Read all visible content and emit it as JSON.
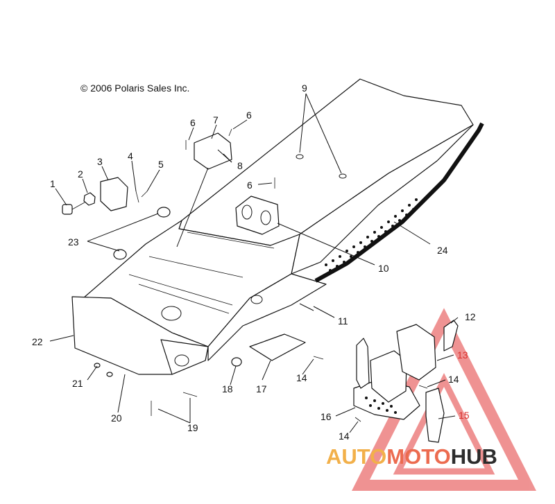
{
  "copyright": "© 2006 Polaris Sales Inc.",
  "callouts": [
    {
      "id": "c1",
      "label": "1"
    },
    {
      "id": "c2",
      "label": "2"
    },
    {
      "id": "c3",
      "label": "3"
    },
    {
      "id": "c4",
      "label": "4"
    },
    {
      "id": "c5",
      "label": "5"
    },
    {
      "id": "c6a",
      "label": "6"
    },
    {
      "id": "c7",
      "label": "7"
    },
    {
      "id": "c6b",
      "label": "6"
    },
    {
      "id": "c8",
      "label": "8"
    },
    {
      "id": "c9",
      "label": "9"
    },
    {
      "id": "c6c",
      "label": "6"
    },
    {
      "id": "c10",
      "label": "10"
    },
    {
      "id": "c11",
      "label": "11"
    },
    {
      "id": "c12",
      "label": "12"
    },
    {
      "id": "c13",
      "label": "13"
    },
    {
      "id": "c14a",
      "label": "14"
    },
    {
      "id": "c14b",
      "label": "14"
    },
    {
      "id": "c14c",
      "label": "14"
    },
    {
      "id": "c15",
      "label": "15"
    },
    {
      "id": "c16",
      "label": "16"
    },
    {
      "id": "c17",
      "label": "17"
    },
    {
      "id": "c18",
      "label": "18"
    },
    {
      "id": "c19",
      "label": "19"
    },
    {
      "id": "c20",
      "label": "20"
    },
    {
      "id": "c21",
      "label": "21"
    },
    {
      "id": "c22",
      "label": "22"
    },
    {
      "id": "c23",
      "label": "23"
    },
    {
      "id": "c24",
      "label": "24"
    }
  ],
  "watermark": {
    "part1": "AUTO",
    "part2": "MOTO",
    "part3": "HUB",
    "colors": {
      "part1": "#f2b04a",
      "part2": "#ec6b4f",
      "part3": "#2c2c2c",
      "triangle": "#e23a3a"
    }
  }
}
